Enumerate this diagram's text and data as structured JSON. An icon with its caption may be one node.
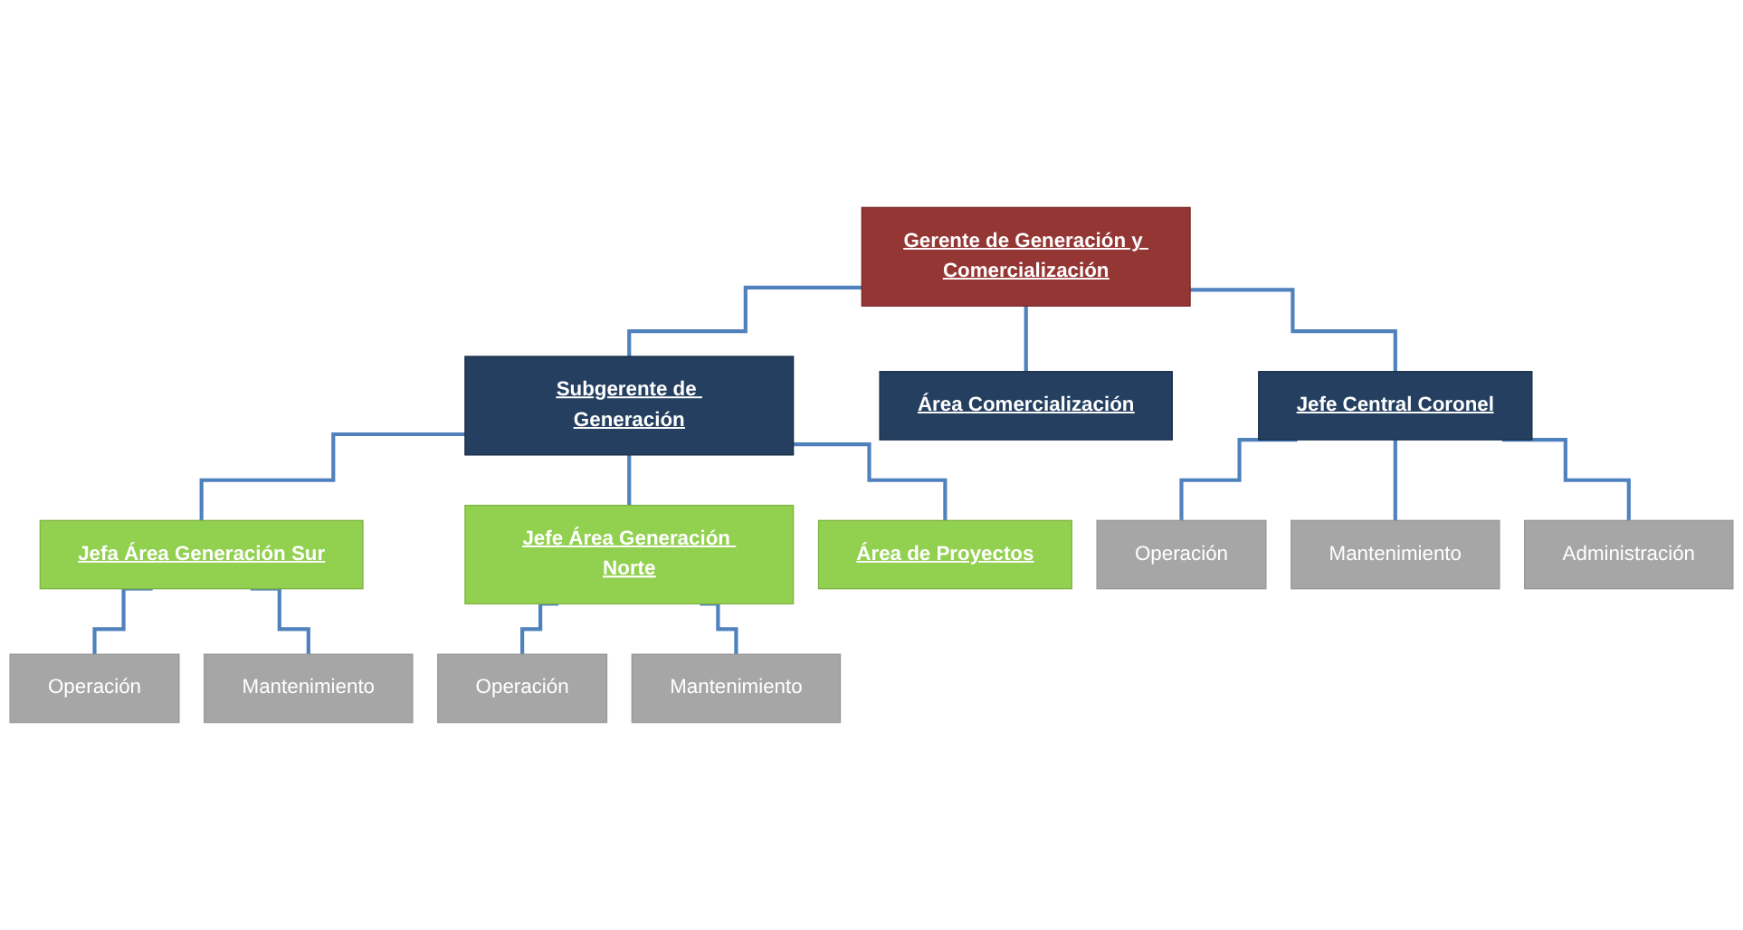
{
  "diagram": {
    "nodes": [
      {
        "text": [
          "Gerente de Generación y Comercialización"
        ]
      },
      {
        "text": [
          "Subgerente de Generación"
        ]
      },
      {
        "text": [
          "Área Comercialización"
        ]
      },
      {
        "text": [
          "Jefe Central Coronel"
        ]
      },
      {
        "text": [
          "Jefa Área Generación Sur"
        ]
      },
      {
        "text": [
          "Jefe Área Generación Norte"
        ]
      },
      {
        "text": [
          "Área de Proyectos"
        ]
      },
      {
        "text": [
          "Operación"
        ]
      },
      {
        "text": [
          "Mantenimiento"
        ]
      },
      {
        "text": [
          "Operación"
        ]
      },
      {
        "text": [
          "Mantenimiento"
        ]
      },
      {
        "text": [
          "Operación"
        ]
      },
      {
        "text": [
          "Mantenimiento"
        ]
      },
      {
        "text": [
          "Administración"
        ]
      }
    ],
    "edges": [
      {
        "from": 0,
        "to": 1,
        "arrow": "none"
      },
      {
        "from": 0,
        "to": 2,
        "arrow": "none"
      },
      {
        "from": 0,
        "to": 3,
        "arrow": "none"
      },
      {
        "from": 1,
        "to": 4,
        "arrow": "none"
      },
      {
        "from": 1,
        "to": 5,
        "arrow": "none"
      },
      {
        "from": 1,
        "to": 6,
        "arrow": "none"
      },
      {
        "from": 4,
        "to": 7,
        "arrow": "none"
      },
      {
        "from": 4,
        "to": 8,
        "arrow": "none"
      },
      {
        "from": 5,
        "to": 9,
        "arrow": "none"
      },
      {
        "from": 5,
        "to": 10,
        "arrow": "none"
      },
      {
        "from": 3,
        "to": 11,
        "arrow": "none"
      },
      {
        "from": 3,
        "to": 12,
        "arrow": "none"
      },
      {
        "from": 3,
        "to": 13,
        "arrow": "none"
      }
    ]
  }
}
